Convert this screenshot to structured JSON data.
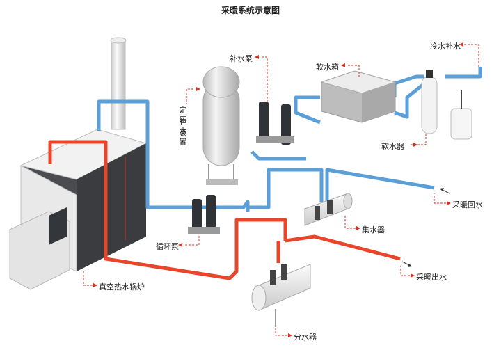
{
  "title": "采暖系统示意图",
  "labels": {
    "cold_water_makeup": "冷水补水",
    "makeup_pump": "补水泵",
    "soft_water_tank": "软水箱",
    "constant_pressure_l1": "定压",
    "constant_pressure_l2": "补水",
    "constant_pressure_l3": "装置",
    "water_softener": "软水器",
    "heating_return": "采暖回水",
    "water_collector": "集水器",
    "circulation_pump": "循环泵",
    "heating_supply": "采暖出水",
    "vacuum_boiler": "真空热水锅炉",
    "water_distributor": "分水器"
  },
  "colors": {
    "supply_pipe": "#e8452a",
    "return_pipe": "#5a9fd8",
    "leader_line": "#d9301f",
    "boiler_body": "#3a3c40",
    "boiler_shell": "#d8d8d8"
  }
}
